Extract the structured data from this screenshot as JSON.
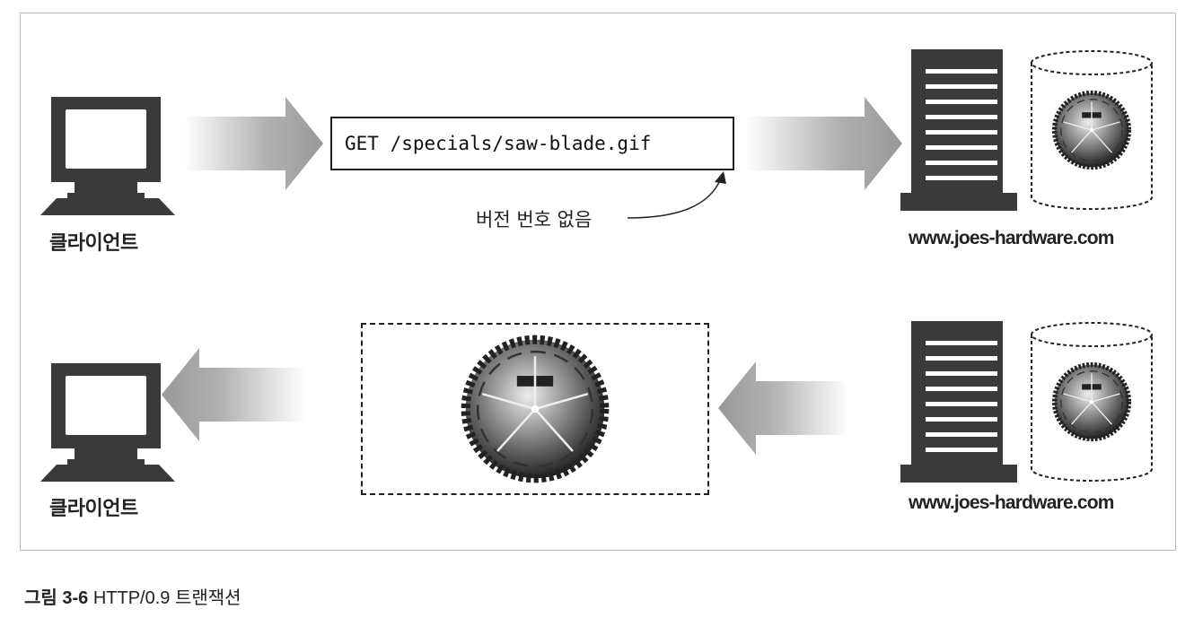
{
  "figure": {
    "caption_label": "그림 3-6",
    "caption_text": " HTTP/0.9 트랜잭션"
  },
  "request": {
    "client_label": "클라이언트",
    "request_line": "GET /specials/saw-blade.gif",
    "annotation": "버전 번호 없음",
    "server_label": "www.joes-hardware.com"
  },
  "response": {
    "client_label": "클라이언트",
    "server_label": "www.joes-hardware.com"
  },
  "colors": {
    "ink": "#3a3a3a",
    "arrow": "#9a9a9a"
  }
}
